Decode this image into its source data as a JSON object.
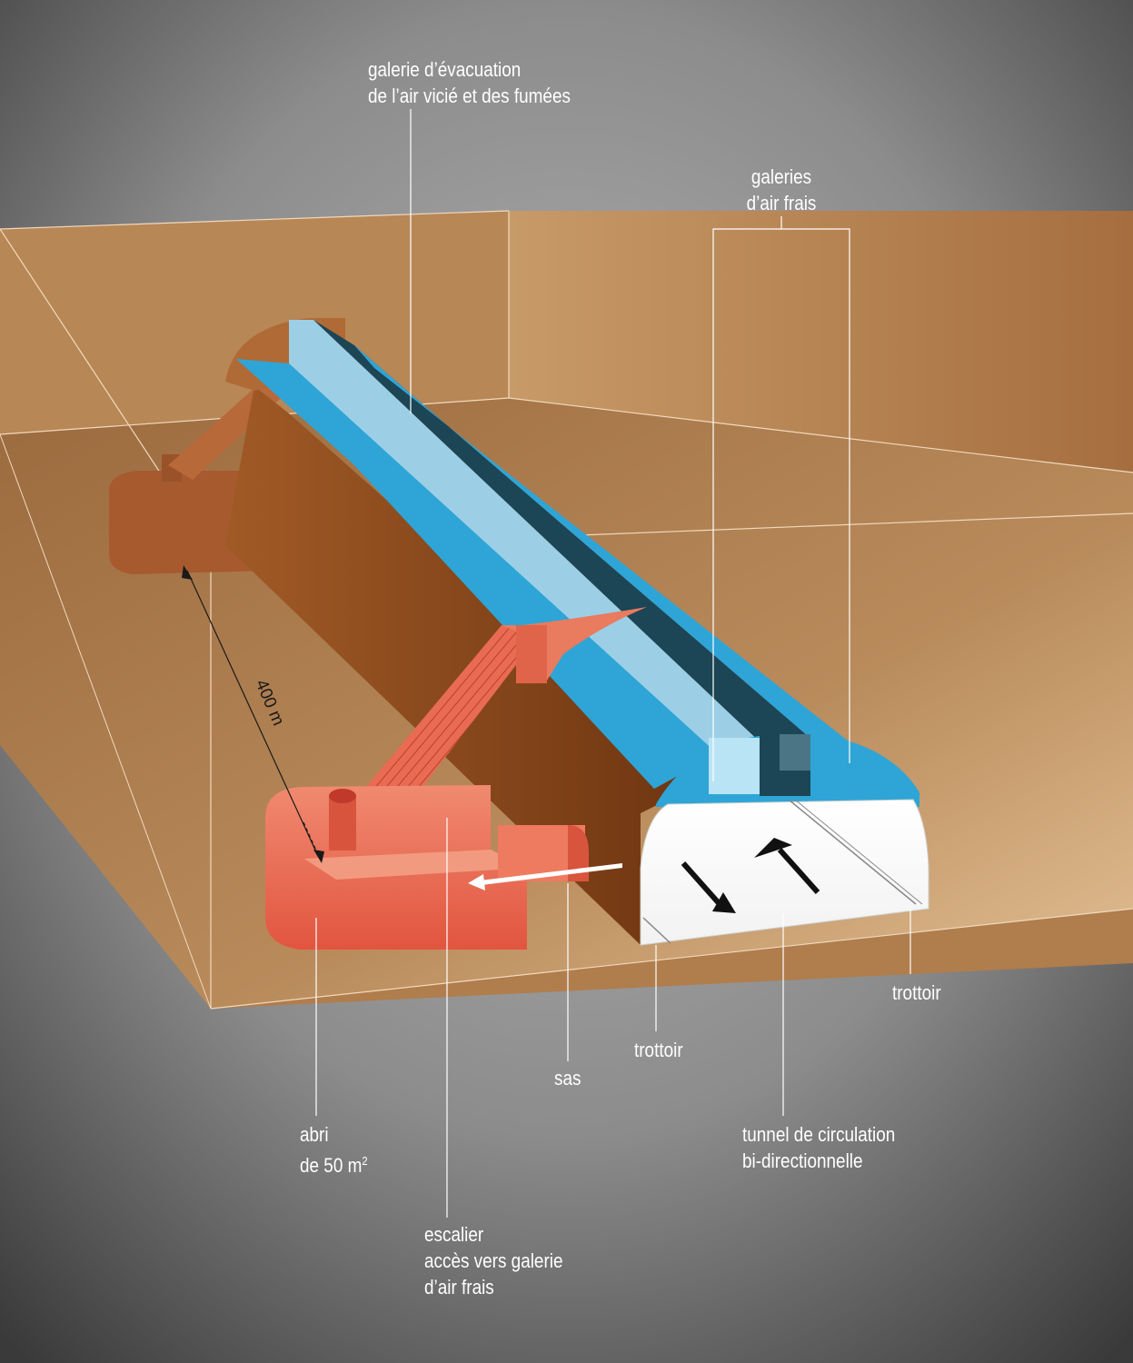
{
  "labels": {
    "smoke_gallery": [
      "galerie d’évacuation",
      "de l’air vicié et des fumées"
    ],
    "fresh_air": [
      "galeries",
      "d’air frais"
    ],
    "sidewalk_right": "trottoir",
    "sidewalk_left": "trottoir",
    "airlock": "sas",
    "traffic_tunnel": [
      "tunnel de circulation",
      "bi-directionnelle"
    ],
    "shelter_line1": "abri",
    "shelter_line2": "de 50 m",
    "shelter_sup": "2",
    "stairs": [
      "escalier",
      "accès vers galerie",
      "d’air frais"
    ],
    "distance": "400 m"
  },
  "colors": {
    "background_dark": "#3c3c3c",
    "background_light": "#a9a9a9",
    "ground": "#c79a67",
    "ground_back": "#b07a48",
    "tunnel_brown": "#8a4a1c",
    "fresh_air_blue": "#2ea5d6",
    "fresh_air_light": "#9ccfe6",
    "exhaust_dark": "#1c4556",
    "shelter_red": "#e4664e",
    "shelter_brown": "#a75a2e",
    "road_white": "#ffffff",
    "label": "#ffffff"
  }
}
